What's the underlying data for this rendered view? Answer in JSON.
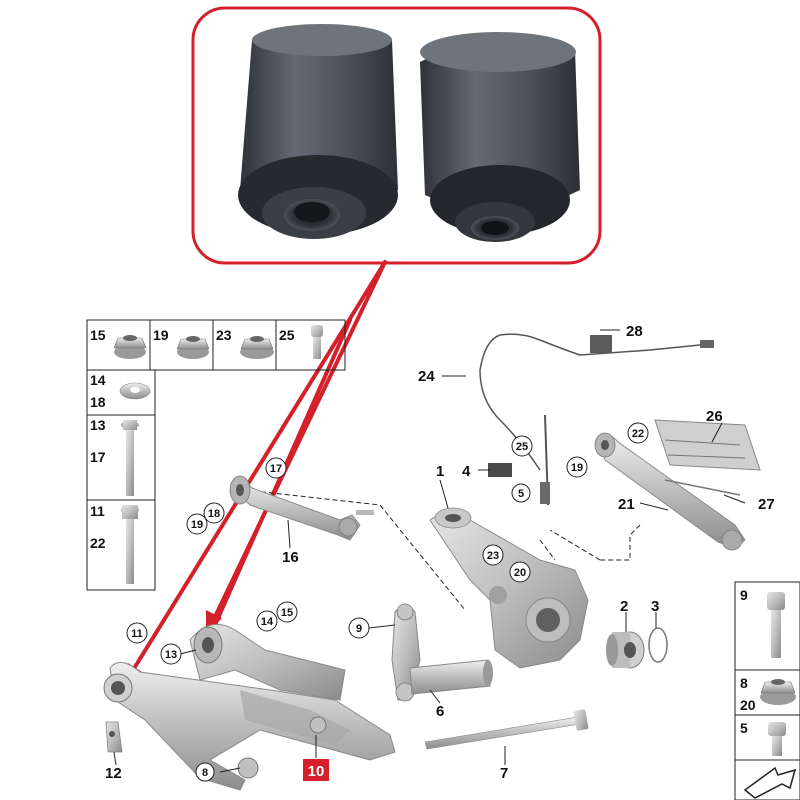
{
  "colors": {
    "callout_red": "#d4202a",
    "metal_light": "#d9d9d9",
    "metal_mid": "#b3b3b3",
    "metal_dark": "#7d7d7d",
    "rubber_dark": "#3c4047",
    "rubber_mid": "#5b6068",
    "line": "#222222"
  },
  "parts_table": {
    "row1": [
      "15",
      "19",
      "23",
      "25"
    ],
    "row2": [
      "14",
      "18"
    ],
    "row3": [
      "13",
      "17"
    ],
    "row4": [
      "11",
      "22"
    ]
  },
  "right_table": {
    "row1": [
      "9"
    ],
    "row2": [
      "8",
      "20"
    ],
    "row3": [
      "5"
    ]
  },
  "plain_labels": {
    "p1": "1",
    "p2": "2",
    "p3": "3",
    "p4": "4",
    "p6": "6",
    "p7": "7",
    "p12": "12",
    "p16": "16",
    "p21": "21",
    "p24": "24",
    "p26": "26",
    "p27": "27",
    "p28": "28"
  },
  "circled_labels": {
    "c5": "5",
    "c8": "8",
    "c9": "9",
    "c11": "11",
    "c13": "13",
    "c14": "14",
    "c15": "15",
    "c17": "17",
    "c18": "18",
    "c19a": "19",
    "c19b": "19",
    "c20": "20",
    "c22": "22",
    "c23": "23",
    "c25": "25"
  },
  "highlight_label": "10",
  "icons": {
    "bushing": "rubber-bushing-icon",
    "nut": "flange-nut-icon",
    "bolt": "hex-bolt-icon",
    "washer": "serrated-washer-icon",
    "nav": "diagram-navigation-arrow-icon"
  }
}
